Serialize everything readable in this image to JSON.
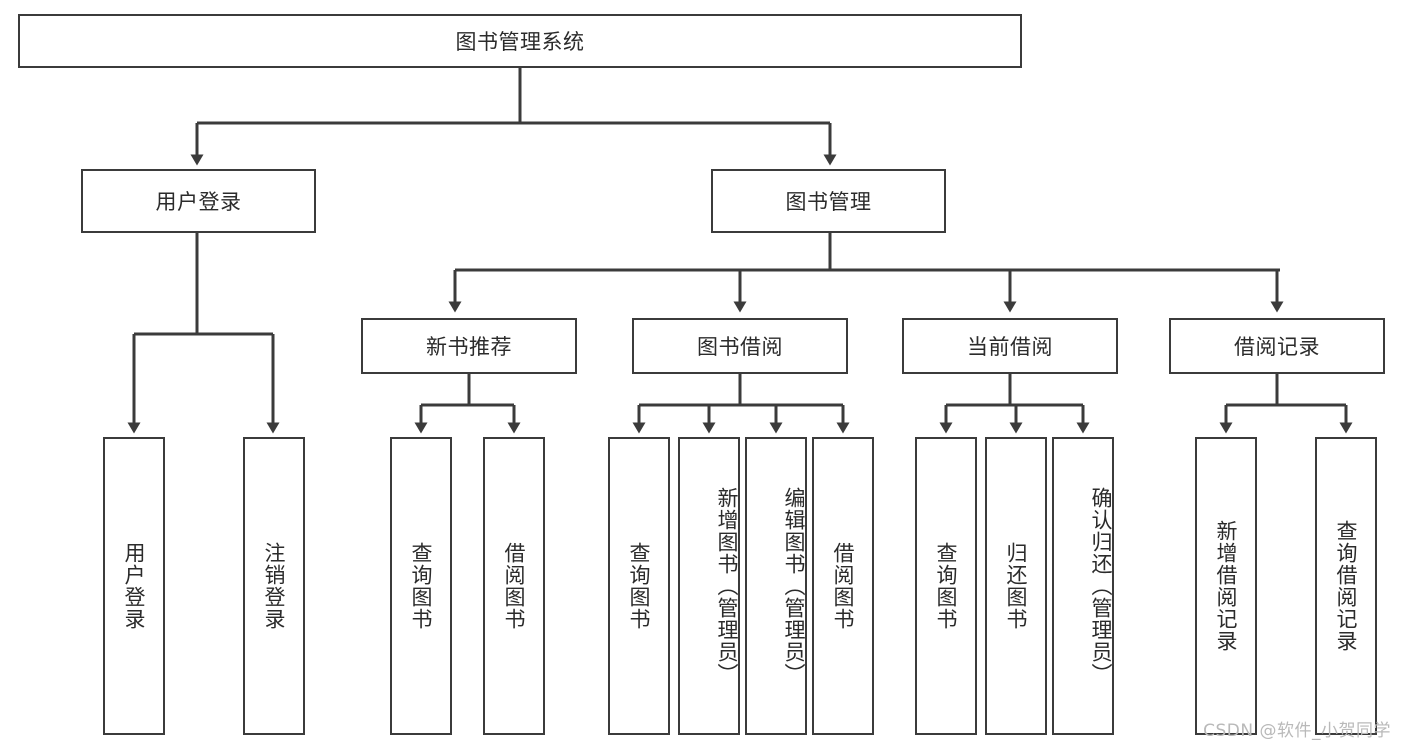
{
  "diagram": {
    "title": "图书管理系统",
    "type": "hierarchy-tree",
    "watermark": "CSDN @软件_小贺同学",
    "colors": {
      "box_border": "#3b3b3b",
      "box_fill": "#ffffff",
      "connector": "#3b3b3b",
      "text": "#2b2b2b",
      "watermark": "#b9b9b9"
    },
    "nodes": {
      "root": {
        "label": "图书管理系统",
        "level": 0
      },
      "l1": [
        {
          "id": "user_login",
          "label": "用户登录"
        },
        {
          "id": "book_manage",
          "label": "图书管理"
        }
      ],
      "l2": [
        {
          "id": "new_book_rec",
          "label": "新书推荐",
          "parent": "book_manage"
        },
        {
          "id": "book_borrow",
          "label": "图书借阅",
          "parent": "book_manage"
        },
        {
          "id": "current_borrow",
          "label": "当前借阅",
          "parent": "book_manage"
        },
        {
          "id": "borrow_record",
          "label": "借阅记录",
          "parent": "book_manage"
        }
      ],
      "leaves": [
        {
          "id": "leaf_user_login",
          "label": "用户登录",
          "parent": "user_login"
        },
        {
          "id": "leaf_logout",
          "label": "注销登录",
          "parent": "user_login"
        },
        {
          "id": "leaf_query_book_1",
          "label": "查询图书",
          "parent": "new_book_rec"
        },
        {
          "id": "leaf_borrow_book_1",
          "label": "借阅图书",
          "parent": "new_book_rec"
        },
        {
          "id": "leaf_query_book_2",
          "label": "查询图书",
          "parent": "book_borrow"
        },
        {
          "id": "leaf_add_book",
          "label": "新增图书（管理员）",
          "parent": "book_borrow"
        },
        {
          "id": "leaf_edit_book",
          "label": "编辑图书（管理员）",
          "parent": "book_borrow"
        },
        {
          "id": "leaf_borrow_book_2",
          "label": "借阅图书",
          "parent": "book_borrow"
        },
        {
          "id": "leaf_query_book_3",
          "label": "查询图书",
          "parent": "current_borrow"
        },
        {
          "id": "leaf_return_book",
          "label": "归还图书",
          "parent": "current_borrow"
        },
        {
          "id": "leaf_confirm_return",
          "label": "确认归还（管理员）",
          "parent": "current_borrow"
        },
        {
          "id": "leaf_add_record",
          "label": "新增借阅记录",
          "parent": "borrow_record"
        },
        {
          "id": "leaf_query_record",
          "label": "查询借阅记录",
          "parent": "borrow_record"
        }
      ]
    }
  }
}
